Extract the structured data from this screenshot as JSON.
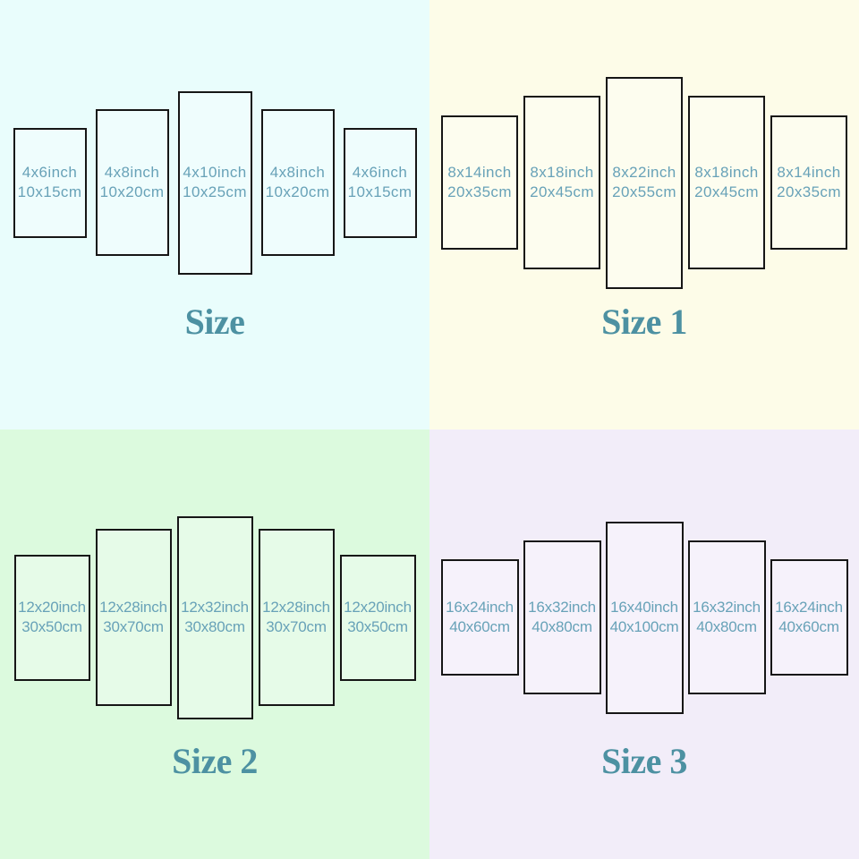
{
  "colors": {
    "quadrant_bg_top_left": "#e9fdfc",
    "quadrant_bg_top_right": "#fdfce8",
    "quadrant_bg_bottom_left": "#dcfade",
    "quadrant_bg_bottom_right": "#f2edf9",
    "panel_border": "#161616",
    "panel_text": "#68a2b8",
    "title_text": "#4d91a2"
  },
  "quadrants": [
    {
      "title": "Size",
      "bg": "#e9fdfc",
      "panels": [
        {
          "line1": "4x6inch",
          "line2": "10x15cm"
        },
        {
          "line1": "4x8inch",
          "line2": "10x20cm"
        },
        {
          "line1": "4x10inch",
          "line2": "10x25cm"
        },
        {
          "line1": "4x8inch",
          "line2": "10x20cm"
        },
        {
          "line1": "4x6inch",
          "line2": "10x15cm"
        }
      ]
    },
    {
      "title": "Size 1",
      "bg": "#fdfce8",
      "panels": [
        {
          "line1": "8x14inch",
          "line2": "20x35cm"
        },
        {
          "line1": "8x18inch",
          "line2": "20x45cm"
        },
        {
          "line1": "8x22inch",
          "line2": "20x55cm"
        },
        {
          "line1": "8x18inch",
          "line2": "20x45cm"
        },
        {
          "line1": "8x14inch",
          "line2": "20x35cm"
        }
      ]
    },
    {
      "title": "Size 2",
      "bg": "#dcfade",
      "panels": [
        {
          "line1": "12x20inch",
          "line2": "30x50cm"
        },
        {
          "line1": "12x28inch",
          "line2": "30x70cm"
        },
        {
          "line1": "12x32inch",
          "line2": "30x80cm"
        },
        {
          "line1": "12x28inch",
          "line2": "30x70cm"
        },
        {
          "line1": "12x20inch",
          "line2": "30x50cm"
        }
      ]
    },
    {
      "title": "Size 3",
      "bg": "#f2edf9",
      "panels": [
        {
          "line1": "16x24inch",
          "line2": "40x60cm"
        },
        {
          "line1": "16x32inch",
          "line2": "40x80cm"
        },
        {
          "line1": "16x40inch",
          "line2": "40x100cm"
        },
        {
          "line1": "16x32inch",
          "line2": "40x80cm"
        },
        {
          "line1": "16x24inch",
          "line2": "40x60cm"
        }
      ]
    }
  ]
}
